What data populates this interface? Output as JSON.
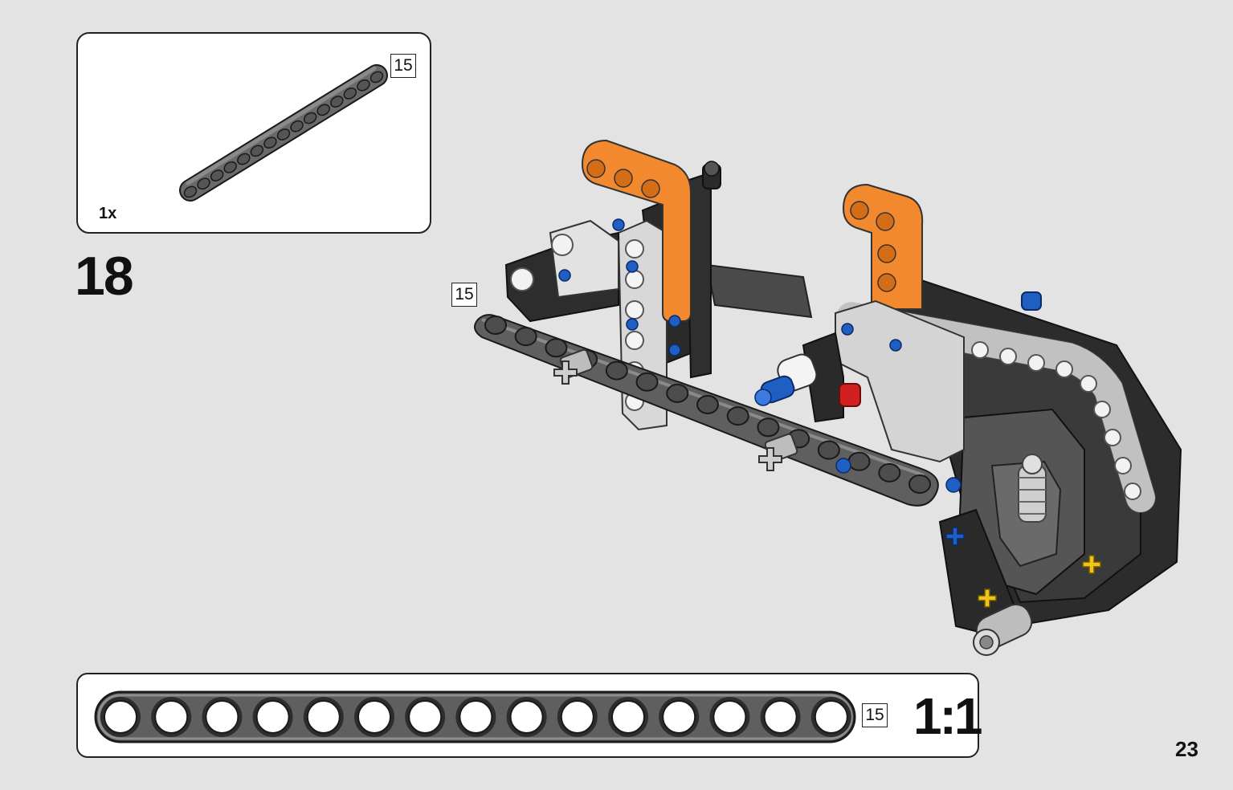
{
  "step": {
    "number": "18"
  },
  "parts_callout": {
    "quantity": "1x",
    "beam_length": "15"
  },
  "model_callout": {
    "beam_length": "15"
  },
  "ruler": {
    "beam_length": "15",
    "scale": "1:1",
    "hole_count": 15
  },
  "page": {
    "number": "23"
  },
  "icons": [
    "technic-beam-15-icon",
    "lego-model-assembly-icon",
    "ruler-beam-icon"
  ],
  "colors": {
    "background": "#e3e3e3",
    "beam_dark_gray": "#5f5f5f",
    "black_parts": "#2a2a2a",
    "orange_parts": "#f2892e",
    "blue_pins": "#1f5fc4",
    "red_part": "#d22020",
    "yellow_axles": "#f2c418"
  }
}
